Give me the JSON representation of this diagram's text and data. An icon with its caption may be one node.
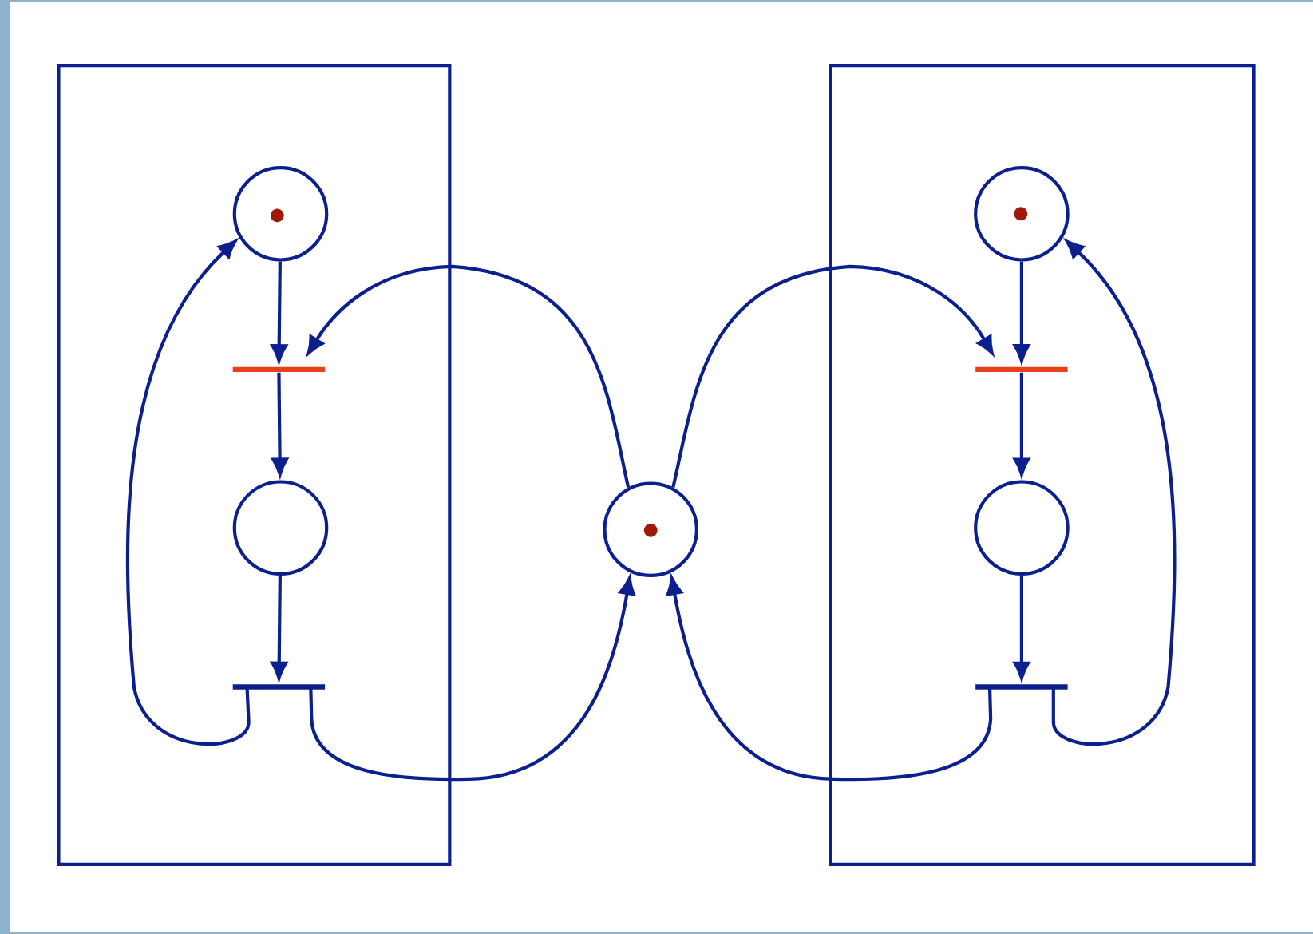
{
  "diagram": {
    "nodes": [
      {
        "text": [],
        "shape": "box"
      },
      {
        "text": [],
        "shape": "box"
      },
      {
        "text": [],
        "shape": "circle",
        "in": 0
      },
      {
        "text": [],
        "shape": "dot",
        "in": 2
      },
      {
        "text": [],
        "shape": "circle",
        "in": 1
      },
      {
        "text": [],
        "shape": "dot",
        "in": 4
      },
      {
        "text": [],
        "shape": "bar",
        "in": 0
      },
      {
        "text": [],
        "shape": "bar",
        "in": 1
      },
      {
        "text": [],
        "shape": "circle",
        "in": 0
      },
      {
        "text": [],
        "shape": "circle"
      },
      {
        "text": [],
        "shape": "dot",
        "in": 9
      },
      {
        "text": [],
        "shape": "circle",
        "in": 1
      },
      {
        "text": [],
        "shape": "bar",
        "in": 0
      },
      {
        "text": [],
        "shape": "bar",
        "in": 1
      }
    ],
    "edges": [
      {
        "from": 2,
        "to": 6,
        "arrow": "to"
      },
      {
        "from": 6,
        "to": 8,
        "arrow": "to"
      },
      {
        "from": 8,
        "to": 12,
        "arrow": "to"
      },
      {
        "from": 12,
        "to": 2,
        "arrow": "to"
      },
      {
        "from": 12,
        "to": 9,
        "arrow": "to"
      },
      {
        "from": 9,
        "to": 6,
        "arrow": "to"
      },
      {
        "from": 4,
        "to": 7,
        "arrow": "to"
      },
      {
        "from": 7,
        "to": 11,
        "arrow": "to"
      },
      {
        "from": 11,
        "to": 13,
        "arrow": "to"
      },
      {
        "from": 13,
        "to": 4,
        "arrow": "to"
      },
      {
        "from": 13,
        "to": 9,
        "arrow": "to"
      },
      {
        "from": 9,
        "to": 7,
        "arrow": "to"
      }
    ]
  }
}
